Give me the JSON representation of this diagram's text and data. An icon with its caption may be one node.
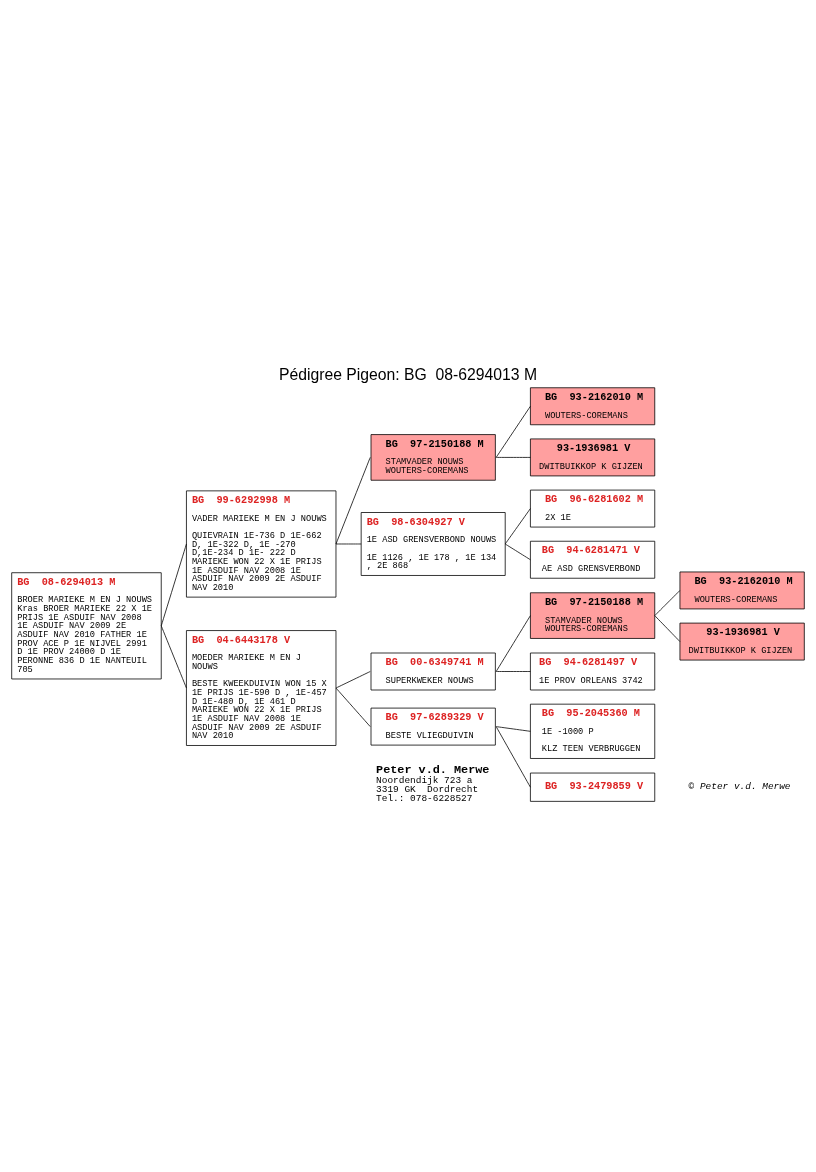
{
  "diagram": {
    "title": "Pédigree Pigeon: BG  08-6294013 M",
    "nodes": [
      {
        "text": [
          "BG  08-6294013 M",
          "BROER MARIEKE M EN J NOUWS Kras BROER MARIEKE 22 X 1E PRIJS 1E ASDUIF NAV 2008 1E ASDUIF NAV 2009 2E ASDUIF NAV 2010 FATHER 1E PROV ACE P 1E NIJVEL 2991 D 1E PROV 24000 D 1E PERONNE 836 D 1E NANTEUIL 705"
        ]
      },
      {
        "text": [
          "BG  99-6292998 M",
          "VADER MARIEKE M EN J NOUWS",
          "QUIEVRAIN 1E-736 D 1E-662 D, 1E-322 D, 1E -270 D,1E-234 D 1E- 222 D MARIEKE WON 22 X 1E PRIJS 1E ASDUIF NAV 2008 1E ASDUIF NAV 2009 2E ASDUIF NAV 2010"
        ]
      },
      {
        "text": [
          "BG  04-6443178 V",
          "MOEDER MARIEKE M EN J NOUWS",
          "BESTE KWEEKDUIVIN WON 15 X 1E PRIJS 1E-590 D , 1E-457 D 1E-480 D, 1E 461 D MARIEKE WON 22 X 1E PRIJS 1E ASDUIF NAV 2008 1E ASDUIF NAV 2009 2E ASDUIF NAV 2010"
        ]
      },
      {
        "text": [
          "BG  97-2150188 M",
          "STAMVADER NOUWS WOUTERS-COREMANS"
        ]
      },
      {
        "text": [
          "BG  98-6304927 V",
          "1E ASD GRENSVERBOND NOUWS",
          "1E 1126 , 1E 178 , 1E 134 , 2E 868"
        ]
      },
      {
        "text": [
          "BG  00-6349741 M",
          "SUPERKWEKER NOUWS"
        ]
      },
      {
        "text": [
          "BG  97-6289329 V",
          "BESTE VLIEGDUIVIN"
        ]
      },
      {
        "text": [
          "BG  93-2162010 M",
          "WOUTERS-COREMANS"
        ]
      },
      {
        "text": [
          "93-1936981 V",
          "DWITBUIKKOP K GIJZEN"
        ]
      },
      {
        "text": [
          "BG  96-6281602 M",
          "2X 1E"
        ]
      },
      {
        "text": [
          "BG  94-6281471 V",
          "AE ASD GRENSVERBOND"
        ]
      },
      {
        "text": [
          "BG  97-2150188 M",
          "STAMVADER NOUWS WOUTERS-COREMANS"
        ]
      },
      {
        "text": [
          "BG  94-6281497 V",
          "1E PROV ORLEANS 3742"
        ]
      },
      {
        "text": [
          "BG  95-2045360 M",
          "1E -1000 P",
          "KLZ TEEN VERBRUGGEN"
        ]
      },
      {
        "text": [
          "BG  93-2479859 V"
        ]
      },
      {
        "text": [
          "BG  93-2162010 M",
          "WOUTERS-COREMANS"
        ]
      },
      {
        "text": [
          "93-1936981 V",
          "DWITBUIKKOP K GIJZEN"
        ]
      }
    ],
    "edges": [
      {
        "from": 0,
        "to": 1,
        "arrow": "none"
      },
      {
        "from": 0,
        "to": 2,
        "arrow": "none"
      },
      {
        "from": 1,
        "to": 3,
        "arrow": "none"
      },
      {
        "from": 1,
        "to": 4,
        "arrow": "none"
      },
      {
        "from": 2,
        "to": 5,
        "arrow": "none"
      },
      {
        "from": 2,
        "to": 6,
        "arrow": "none"
      },
      {
        "from": 3,
        "to": 7,
        "arrow": "none"
      },
      {
        "from": 3,
        "to": 8,
        "arrow": "none"
      },
      {
        "from": 4,
        "to": 9,
        "arrow": "none"
      },
      {
        "from": 4,
        "to": 10,
        "arrow": "none"
      },
      {
        "from": 5,
        "to": 11,
        "arrow": "none"
      },
      {
        "from": 5,
        "to": 12,
        "arrow": "none"
      },
      {
        "from": 6,
        "to": 13,
        "arrow": "none"
      },
      {
        "from": 6,
        "to": 14,
        "arrow": "none"
      },
      {
        "from": 11,
        "to": 15,
        "arrow": "none"
      },
      {
        "from": 11,
        "to": 16,
        "arrow": "none"
      }
    ],
    "labels": [
      "Peter v.d. Merwe",
      "Noordendijk 723 a",
      "3319 GK  Dordrecht",
      "Tel.: 078-6228527",
      "© Peter v.d. Merwe"
    ]
  }
}
